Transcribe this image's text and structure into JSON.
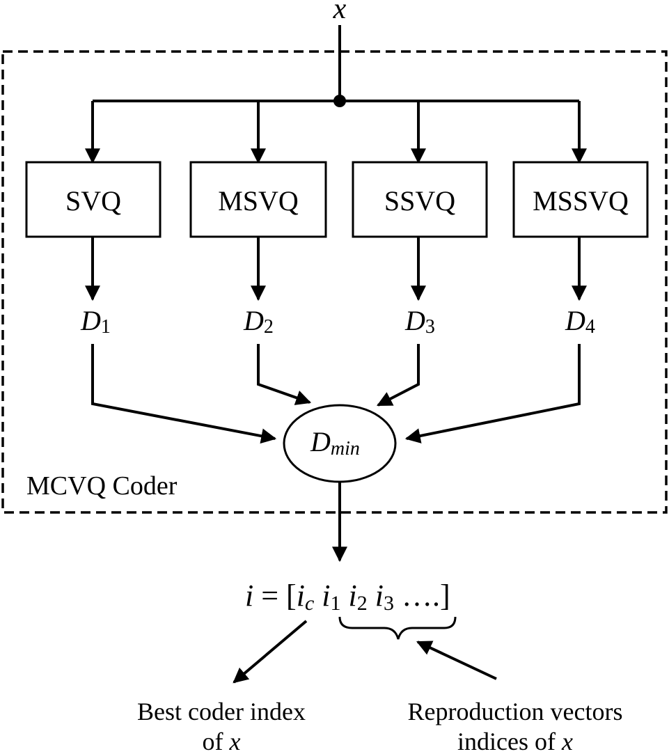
{
  "input": {
    "symbol": "x"
  },
  "container": {
    "label": "MCVQ Coder"
  },
  "coders": [
    {
      "label": "SVQ",
      "dist_main": "D",
      "dist_sub": "1"
    },
    {
      "label": "MSVQ",
      "dist_main": "D",
      "dist_sub": "2"
    },
    {
      "label": "SSVQ",
      "dist_main": "D",
      "dist_sub": "3"
    },
    {
      "label": "MSSVQ",
      "dist_main": "D",
      "dist_sub": "4"
    }
  ],
  "selector": {
    "main": "D",
    "sub": "min"
  },
  "output": {
    "lhs": "i",
    "eq": " = [",
    "ic_main": "i",
    "ic_sub": "c",
    "i1_main": "i",
    "i1_sub": "1",
    "i2_main": "i",
    "i2_sub": "2",
    "i3_main": "i",
    "i3_sub": "3",
    "tail": " ….]"
  },
  "annotations": {
    "best_line1": "Best coder index",
    "best_line2_prefix": "of ",
    "best_line2_var": "x",
    "repro_line1": "Reproduction vectors",
    "repro_line2_prefix": "indices of ",
    "repro_line2_var": "x"
  }
}
